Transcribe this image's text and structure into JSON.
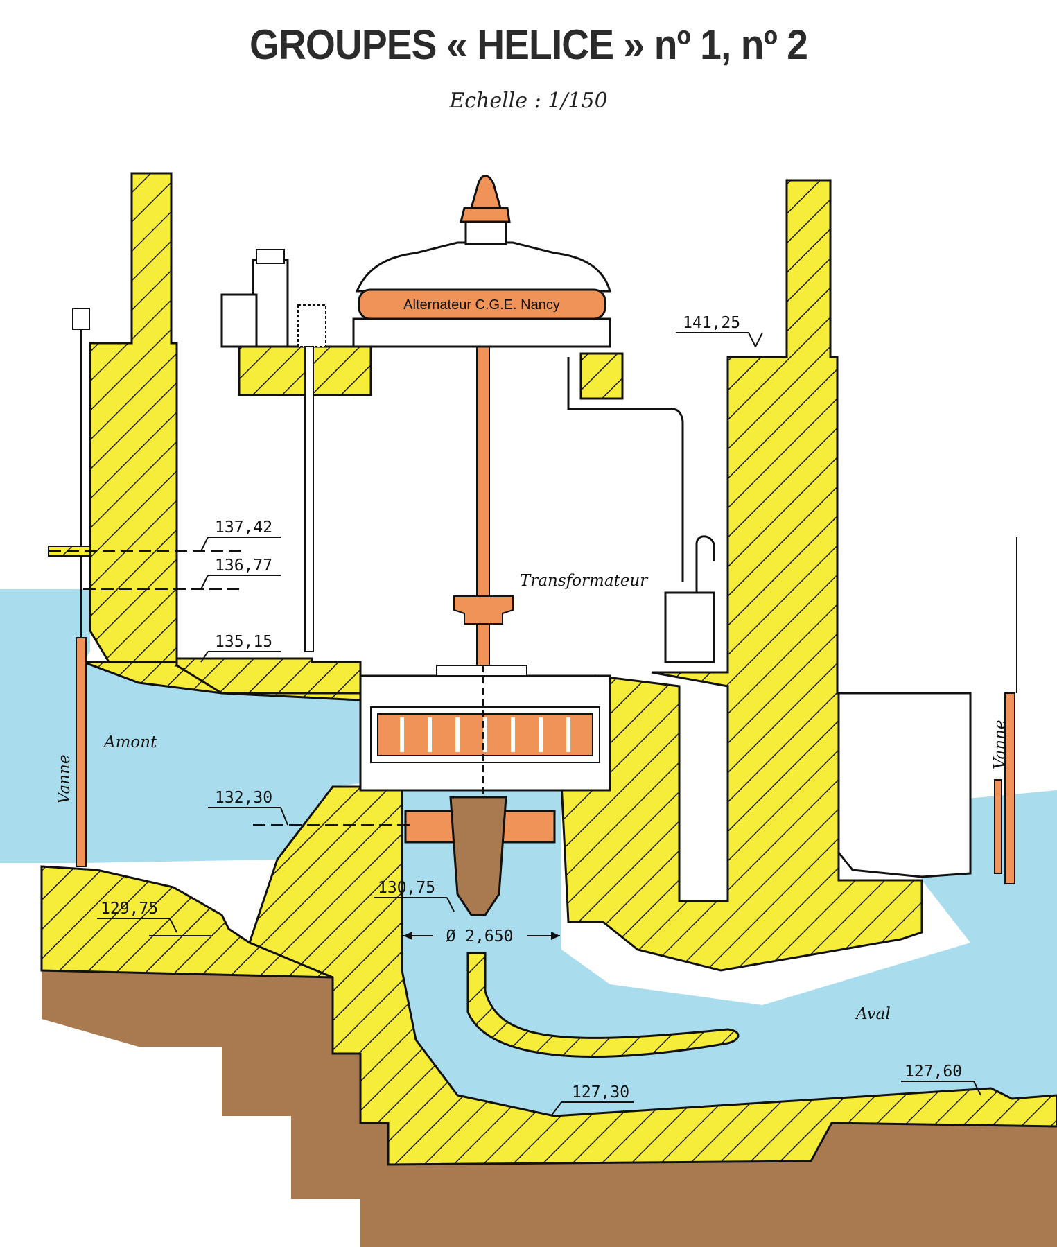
{
  "title": "GROUPES « HELICE » nº 1, nº 2",
  "scale": "Echelle : 1/150",
  "labels": {
    "alternator": "Alternateur C.G.E. Nancy",
    "transformer": "Transformateur",
    "upstream": "Amont",
    "downstream": "Aval",
    "gate_left": "Vanne",
    "gate_right": "Vanne",
    "diameter": "Ø 2,650"
  },
  "elevations": [
    "141,25",
    "137,42",
    "136,77",
    "135,15",
    "132,30",
    "130,75",
    "129,75",
    "127,60",
    "127,30"
  ],
  "colors": {
    "concrete": "#f6ec3a",
    "water": "#a9dcec",
    "earth": "#a97a4f",
    "equipment": "#ef9358",
    "hatch": "#1a1a1a"
  }
}
